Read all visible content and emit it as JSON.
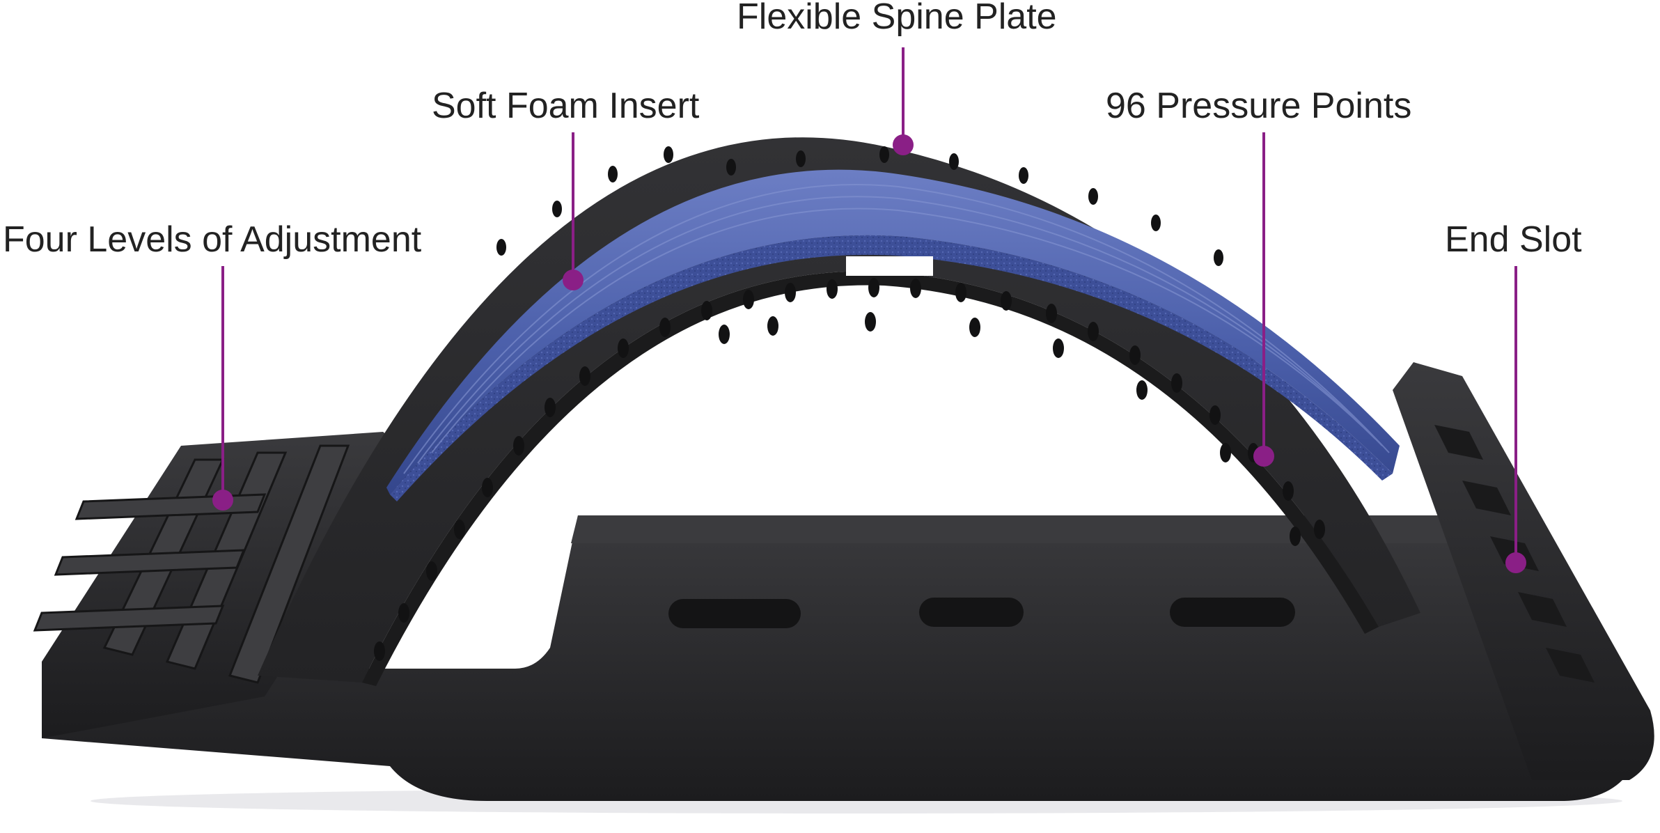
{
  "callouts": [
    {
      "id": "flexible-spine-plate",
      "label": "Flexible Spine Plate"
    },
    {
      "id": "soft-foam-insert",
      "label": "Soft Foam Insert"
    },
    {
      "id": "pressure-points",
      "label": "96 Pressure Points"
    },
    {
      "id": "four-levels-adjustment",
      "label": "Four Levels of Adjustment"
    },
    {
      "id": "end-slot",
      "label": "End Slot"
    }
  ],
  "colors": {
    "background": "#ffffff",
    "callout_accent": "#8a1f86",
    "device_body": "#2a2a2c",
    "device_shadow": "#19191a",
    "foam_insert": "#4b5faa",
    "foam_shadow": "#33468a",
    "label_text": "#222222"
  }
}
